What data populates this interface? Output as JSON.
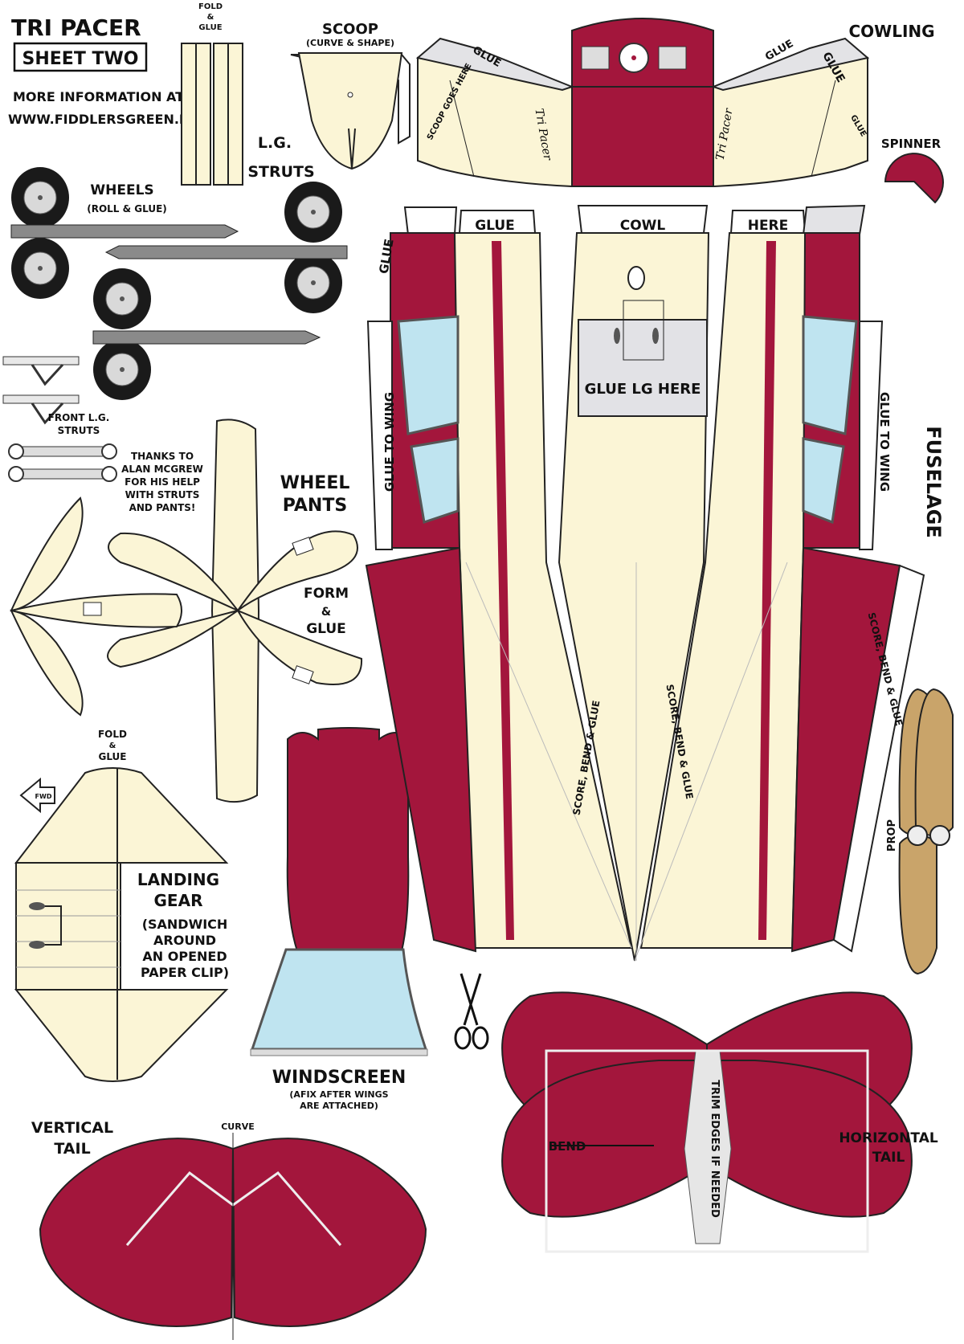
{
  "header": {
    "title": "TRI PACER",
    "sheet": "SHEET TWO",
    "info_line": "MORE INFORMATION AT:",
    "url": "WWW.FIDDLERSGREEN.NET"
  },
  "labels": {
    "fold_glue_top": [
      "FOLD",
      "&",
      "GLUE"
    ],
    "scoop": "SCOOP",
    "scoop_sub": "(CURVE & SHAPE)",
    "cowling": "COWLING",
    "lg_struts": [
      "L.G.",
      "STRUTS"
    ],
    "spinner": "SPINNER",
    "wheels": "WHEELS",
    "wheels_sub": "(ROLL & GLUE)",
    "front_lg_struts": [
      "FRONT L.G.",
      "STRUTS"
    ],
    "thanks": [
      "THANKS TO",
      "ALAN MCGREW",
      "FOR HIS HELP",
      "WITH STRUTS",
      "AND PANTS!"
    ],
    "wheel_pants": [
      "WHEEL",
      "PANTS"
    ],
    "form_glue": [
      "FORM",
      "&",
      "GLUE"
    ],
    "fold_glue_gear": [
      "FOLD",
      "&",
      "GLUE"
    ],
    "fwd": "FWD",
    "landing_gear": [
      "LANDING",
      "GEAR",
      "(SANDWICH",
      "AROUND",
      "AN OPENED",
      "PAPER CLIP)"
    ],
    "windscreen": "WINDSCREEN",
    "windscreen_sub": [
      "(AFIX AFTER WINGS",
      "ARE ATTACHED)"
    ],
    "vertical_tail": [
      "VERTICAL",
      "TAIL"
    ],
    "curve": "CURVE",
    "bend": "BEND",
    "horizontal_tail": [
      "HORIZONTAL",
      "TAIL"
    ],
    "trim_edges": "TRIM EDGES IF NEEDED",
    "fuselage": "FUSELAGE",
    "prop": "PROP",
    "glue": "GLUE",
    "cowl": "COWL",
    "here": "HERE",
    "glue_lg_here": "GLUE LG HERE",
    "glue_to_wing": "GLUE TO WING",
    "score_bend_glue": "SCORE, BEND & GLUE",
    "scoop_goes_here": "SCOOP GOES HERE",
    "tri_pacer_script": "Tri Pacer"
  },
  "colors": {
    "maroon": "#a3163c",
    "cream": "#fbf5d6",
    "glass": "#bfe4f0",
    "prop_wood": "#c9a46a",
    "tire": "#1a1a1a"
  }
}
